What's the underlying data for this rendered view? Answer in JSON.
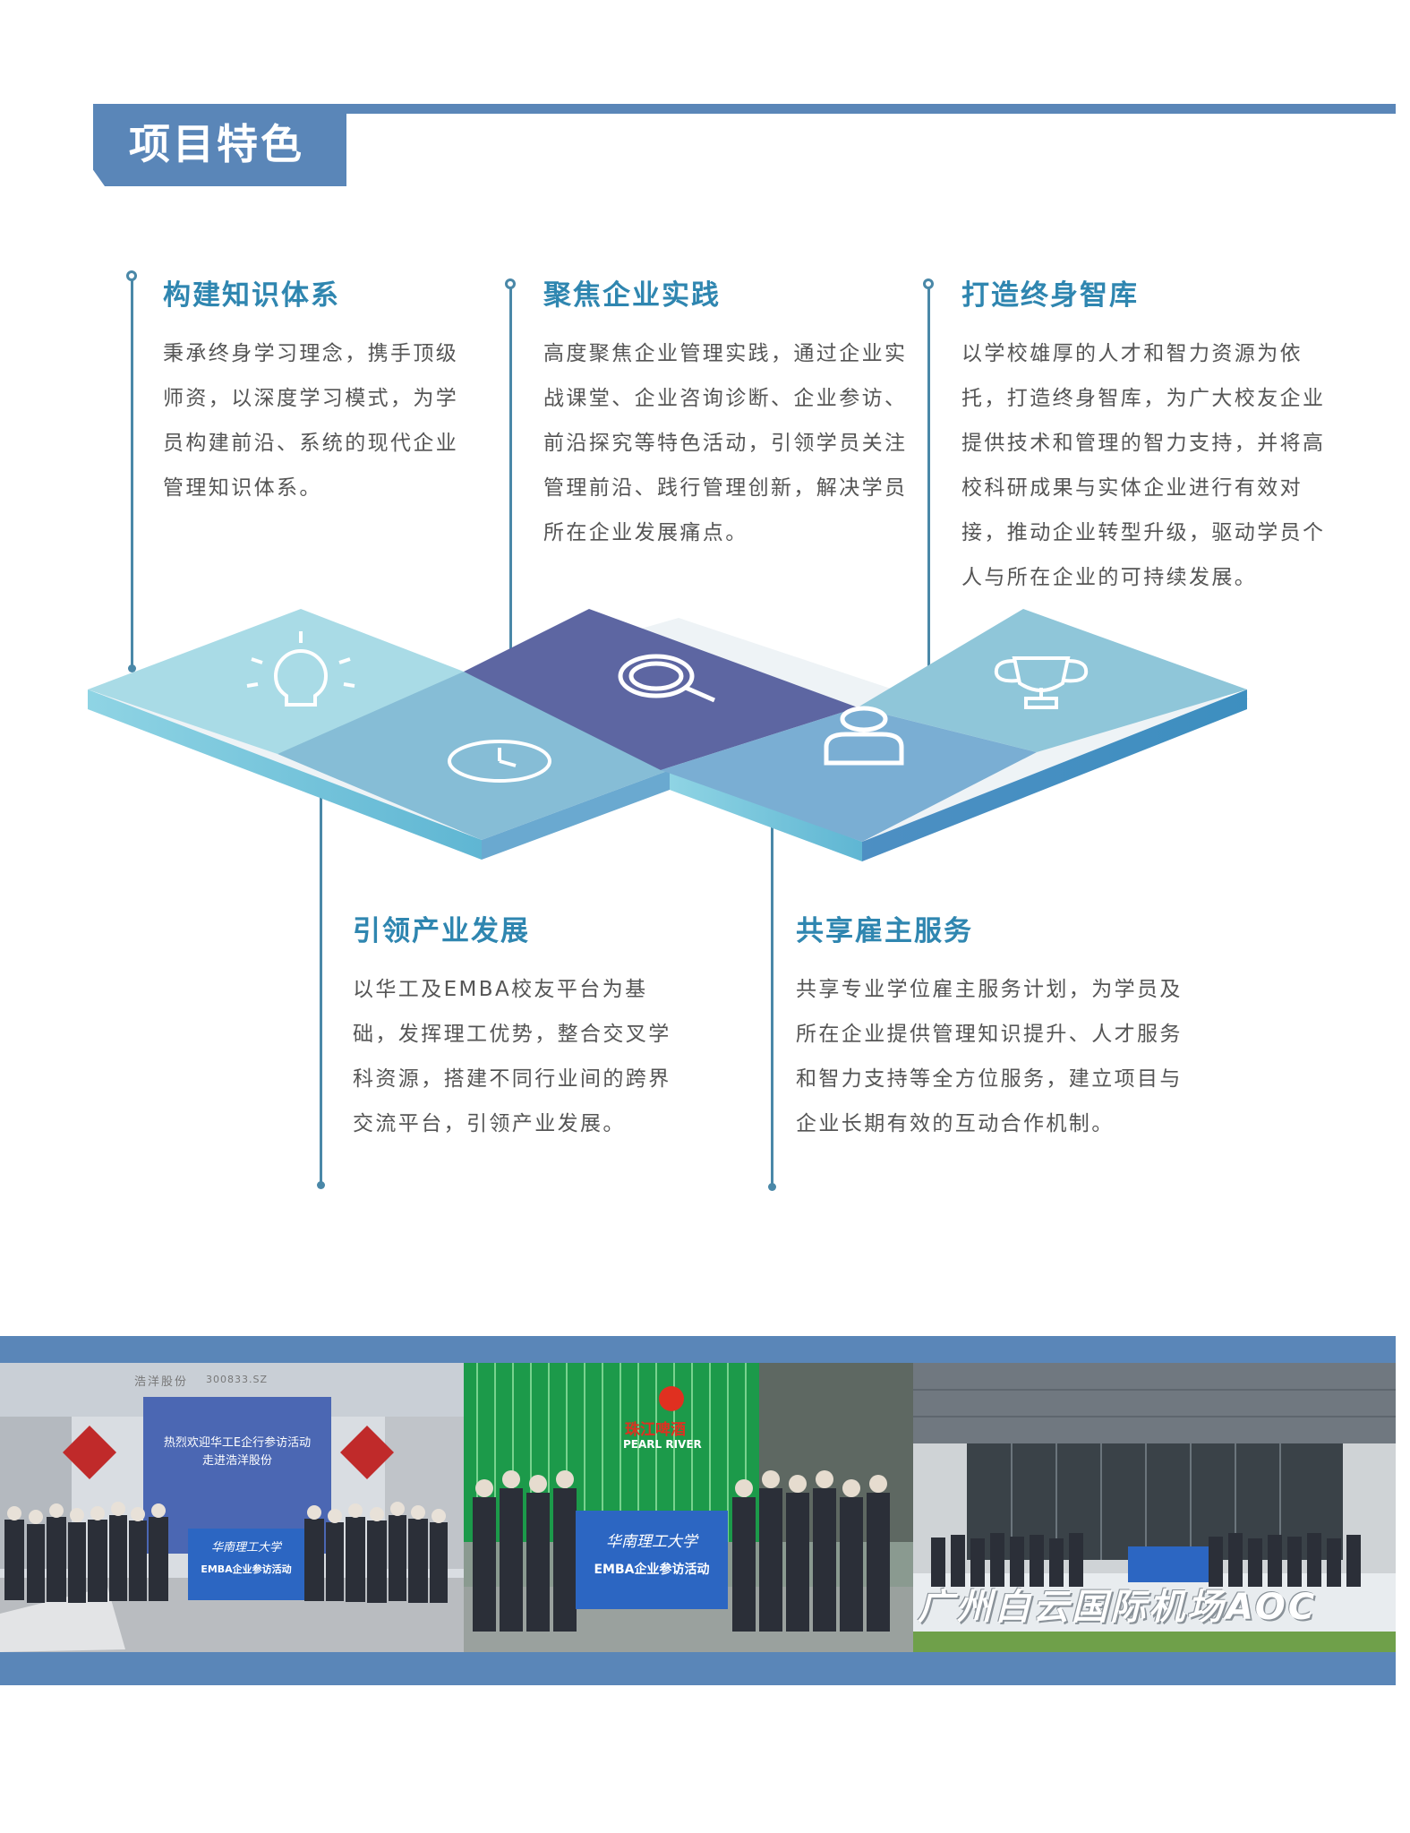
{
  "header": {
    "title": "项目特色"
  },
  "features": [
    {
      "title": "构建知识体系",
      "lines": [
        "秉承终身学习理念，携手顶级",
        "师资，以深度学习模式，为学",
        "员构建前沿、系统的现代企业",
        "管理知识体系。"
      ]
    },
    {
      "title": "聚焦企业实践",
      "lines": [
        "高度聚焦企业管理实践，通过企业实",
        "战课堂、企业咨询诊断、企业参访、",
        "前沿探究等特色活动，引领学员关注",
        "管理前沿、践行管理创新，解决学员",
        "所在企业发展痛点。"
      ]
    },
    {
      "title": "打造终身智库",
      "lines": [
        "以学校雄厚的人才和智力资源为依",
        "托，打造终身智库，为广大校友企业",
        "提供技术和管理的智力支持，并将高",
        "校科研成果与实体企业进行有效对",
        "接，推动企业转型升级，驱动学员个",
        "人与所在企业的可持续发展。"
      ]
    },
    {
      "title": "引领产业发展",
      "lines": [
        "以华工及EMBA校友平台为基",
        "础，发挥理工优势，整合交叉学",
        "科资源，搭建不同行业间的跨界",
        "交流平台，引领产业发展。"
      ]
    },
    {
      "title": "共享雇主服务",
      "lines": [
        "共享专业学位雇主服务计划，为学员及",
        "所在企业提供管理知识提升、人才服务",
        "和智力支持等全方位服务，建立项目与",
        "企业长期有效的互动合作机制。"
      ]
    }
  ],
  "puzzle_icons": [
    "lightbulb-icon",
    "clock-icon",
    "magnifier-icon",
    "person-icon",
    "trophy-icon"
  ],
  "colors": {
    "brand": "#5a86b8",
    "heading": "#2f86b0",
    "line": "#4a88a8",
    "piece_light": "#a9dbe6",
    "piece_mid": "#86bdd6",
    "piece_dark": "#5d66a2",
    "piece_blue": "#7aaed3"
  },
  "photos": {
    "photo1": {
      "banner_line1": "热烈欢迎华工E企行参访活动",
      "banner_line2": "走进浩洋股份",
      "sign": "浩洋股份",
      "sign_code": "300833.SZ",
      "flag_line1": "华南理工大学",
      "flag_line2": "EMBA企业参访活动"
    },
    "photo2": {
      "sign_cn": "珠江啤酒",
      "sign_en": "PEARL RIVER",
      "flag_line1": "华南理工大学",
      "flag_line2": "EMBA企业参访活动"
    },
    "photo3": {
      "sign": "广州白云国际机场AOC"
    }
  }
}
